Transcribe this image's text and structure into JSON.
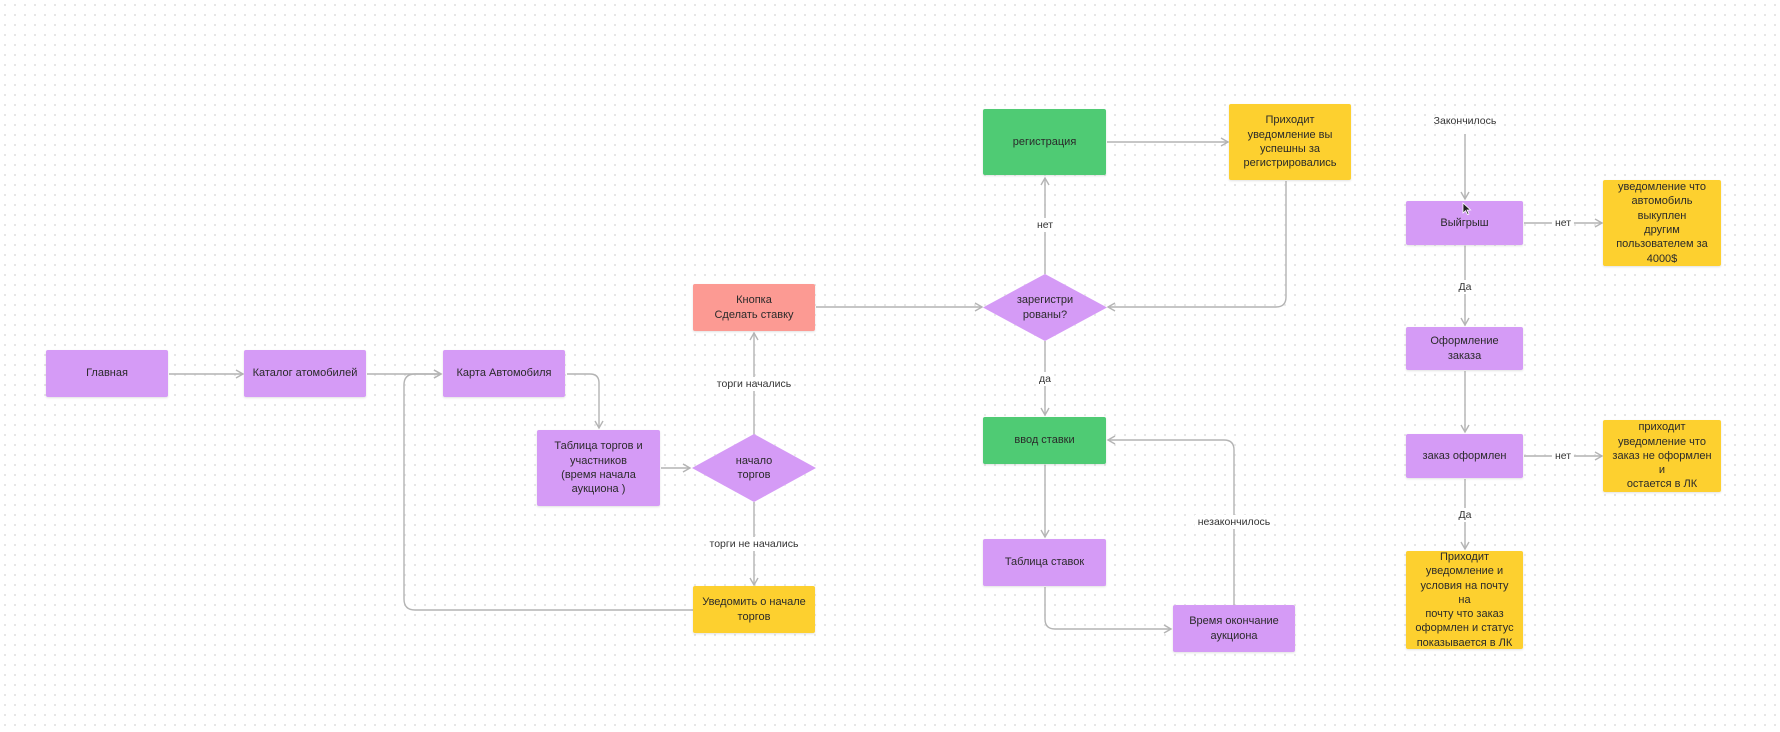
{
  "nodes": {
    "main": "Главная",
    "catalog": "Каталог атомобилей",
    "car_card": "Карта Автомобиля",
    "auction_table": "Таблица торгов и\nучастников\n(время начала\nаукциона )",
    "start_check": "начало\nторгов",
    "bid_button": "Кнопка\nСделать ставку",
    "notify_start": "Уведомить о начале\nторгов",
    "registered_check": "зарегистри\nрованы?",
    "registration": "регистрация",
    "reg_notice": "Приходит\nуведомление вы\nуспешны за\nрегистрировались",
    "bid_input": "ввод ставки",
    "bids_table": "Таблица ставок",
    "auction_end": "Время окончание\nаукциона",
    "ended_label": "Закончилось",
    "win": "Выйгрыш",
    "sold_notice": "уведомление что\nавтомобиль выкуплен\nдругим\nпользователем за\n4000$",
    "order_form": "Оформление заказа",
    "order_done": "заказ оформлен",
    "order_fail_notice": "приходит\nуведомление что\nзаказ не оформлен и\nостается в ЛК",
    "final_notice": "Приходит\nуведомление и\nусловия на почту  на\nпочту что заказ\nоформлен и статус\nпоказывается в ЛК"
  },
  "edge_labels": {
    "started": "торги начались",
    "not_started": "торги не начались",
    "no_registration": "нет",
    "yes_registered": "да",
    "not_finished": "незакончилось",
    "win_no": "нет",
    "win_yes": "Да",
    "order_no": "нет",
    "order_yes": "Да"
  },
  "colors": {
    "purple": "#d59bf6",
    "green": "#4fcb74",
    "yellow": "#fdd02f",
    "red": "#fc9a93",
    "connector": "#b4b4b4"
  }
}
